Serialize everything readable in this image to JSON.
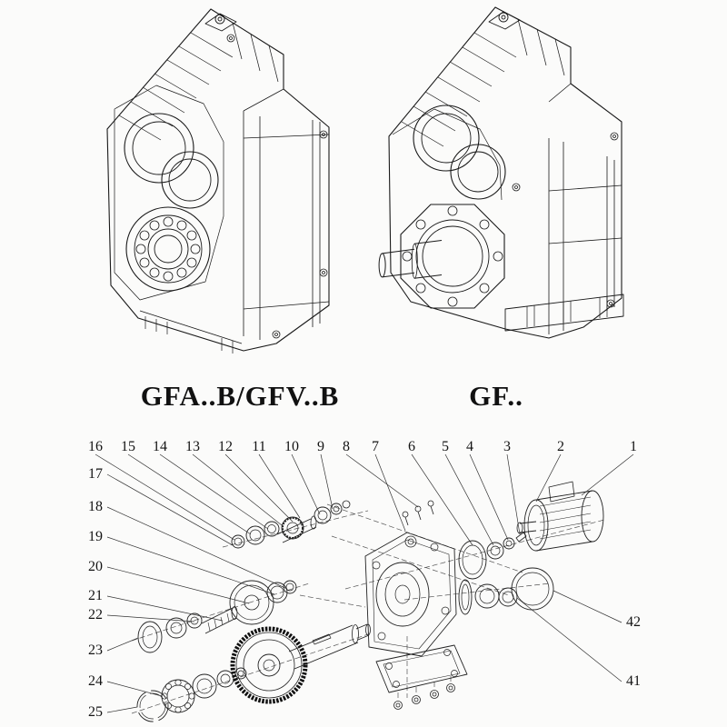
{
  "figures": {
    "left": {
      "caption": "GFA..B/GFV..B"
    },
    "right": {
      "caption": "GF.."
    }
  },
  "exploded": {
    "top": [
      "16",
      "15",
      "14",
      "13",
      "12",
      "11",
      "10",
      "9",
      "8",
      "7",
      "6",
      "5",
      "4",
      "3",
      "2",
      "1"
    ],
    "left": [
      "17",
      "18",
      "19",
      "20",
      "21",
      "22",
      "23",
      "24",
      "25"
    ],
    "right": [
      "42",
      "41"
    ]
  },
  "colors": {
    "line": "#1a1a1a",
    "leader": "#333333",
    "paper": "#fbfbfa"
  }
}
